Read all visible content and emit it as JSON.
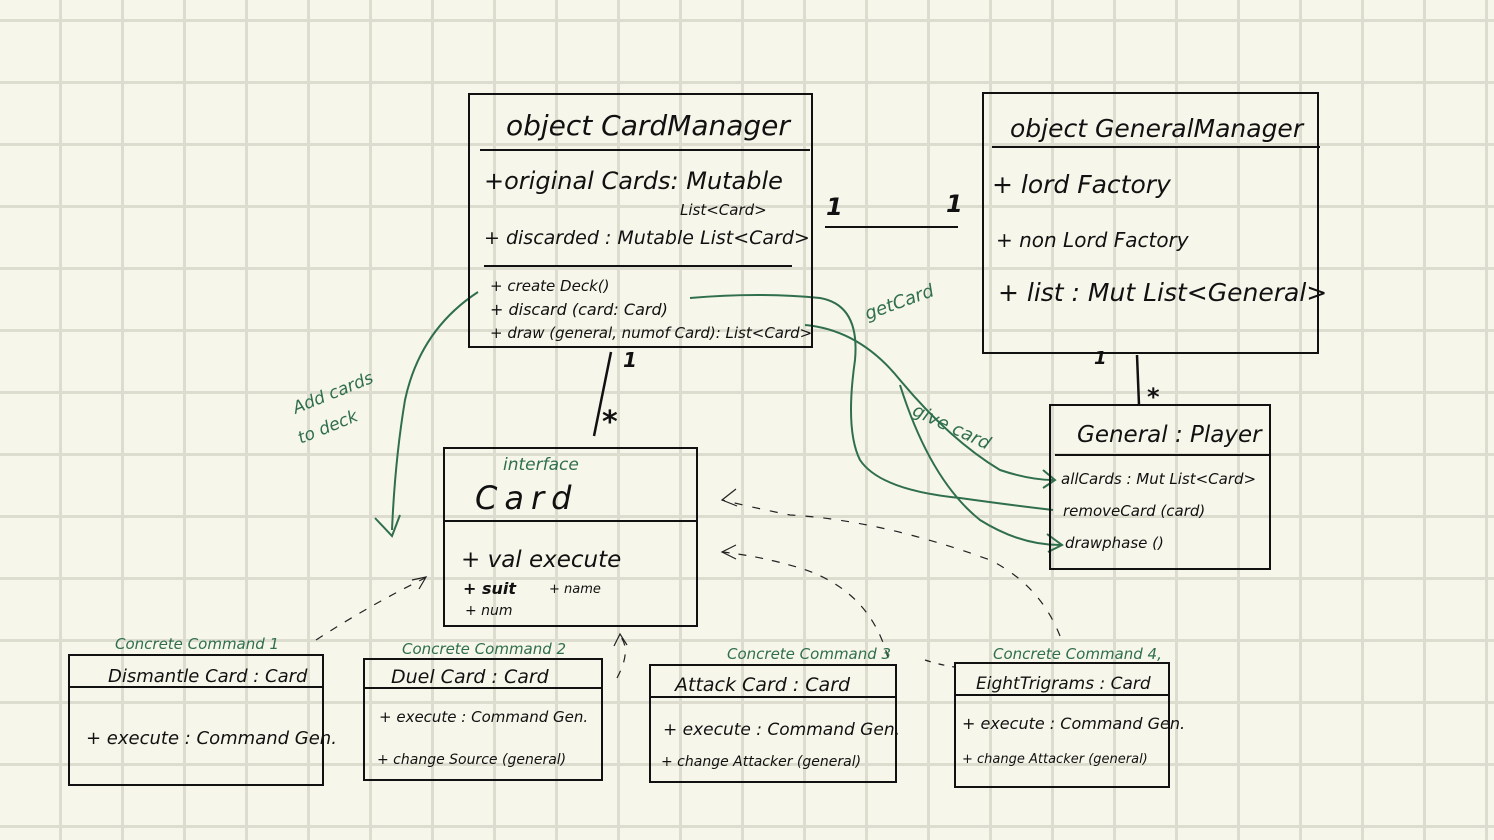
{
  "card_manager": {
    "title": "object CardManager",
    "attributes": [
      "+original Cards: Mutable",
      "List<Card>",
      "+ discarded : Mutable List<Card>"
    ],
    "methods": [
      "+ create Deck()",
      "+ discard (card: Card)",
      "+ draw (general, numof Card): List<Card>"
    ]
  },
  "general_manager": {
    "title": "object GeneralManager",
    "attributes": [
      "+ lord Factory",
      "+ non Lord Factory",
      "+ list : Mut List<General>"
    ]
  },
  "card": {
    "stereotype": "interface",
    "title": "Card",
    "members": [
      "+ val execute",
      "+ suit",
      "+ name",
      "+ num"
    ]
  },
  "general_player": {
    "title": "General : Player",
    "members": [
      "allCards : Mut List<Card>",
      "removeCard (card)",
      "drawphase ()"
    ]
  },
  "commands": [
    {
      "label": "Concrete Command 1",
      "title": "Dismantle Card : Card",
      "members": [
        "+ execute : Command Gen."
      ]
    },
    {
      "label": "Concrete Command 2",
      "title": "Duel Card : Card",
      "members": [
        "+ execute : Command Gen.",
        "+ change Source (general)"
      ]
    },
    {
      "label": "Concrete Command 3",
      "title": "Attack Card : Card",
      "members": [
        "+ execute : Command Gen.",
        "+ change Attacker (general)"
      ]
    },
    {
      "label": "Concrete Command 4,",
      "title": "EightTrigrams : Card",
      "members": [
        "+ execute : Command Gen.",
        "+ change Attacker (general)"
      ]
    }
  ],
  "multiplicities": {
    "cm_gm_left": "1",
    "cm_gm_right": "1",
    "cm_card_top": "1",
    "cm_card_bottom": "*",
    "gm_player_top": "1",
    "gm_player_bottom": "*"
  },
  "annotations": {
    "add_cards": "Add cards",
    "to_deck": "to deck",
    "get_card": "getCard",
    "give_card": "give card"
  }
}
